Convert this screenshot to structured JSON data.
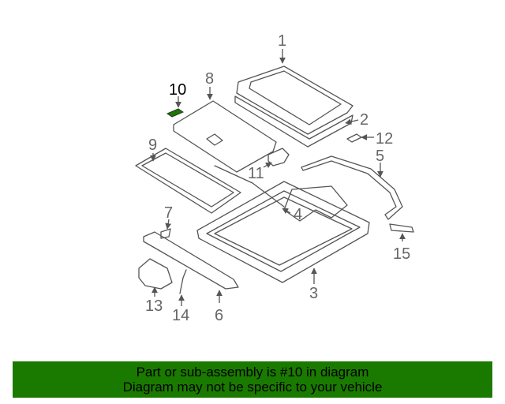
{
  "colors": {
    "banner_background": "#1a7a00",
    "highlight_part": "#1a7a00",
    "line": "#555555"
  },
  "diagram": {
    "highlighted_callout": "10",
    "callouts": {
      "c1": "1",
      "c2": "2",
      "c3": "3",
      "c4": "4",
      "c5": "5",
      "c6": "6",
      "c7": "7",
      "c8": "8",
      "c9": "9",
      "c10": "10",
      "c11": "11",
      "c12": "12",
      "c13": "13",
      "c14": "14",
      "c15": "15"
    }
  },
  "footer": {
    "line1": "Part or sub-assembly is #10 in diagram",
    "line2": "Diagram may not be specific to your vehicle"
  }
}
